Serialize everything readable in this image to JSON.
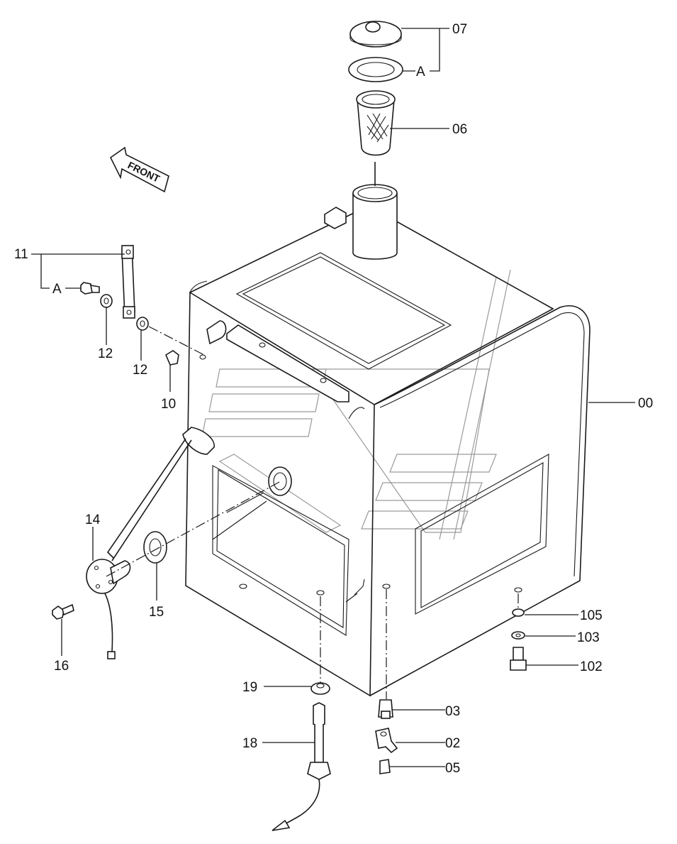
{
  "front_arrow_text": "FRONT",
  "callouts": [
    {
      "id": "c07",
      "text": "07"
    },
    {
      "id": "cA1",
      "text": "A"
    },
    {
      "id": "c06",
      "text": "06"
    },
    {
      "id": "c11",
      "text": "11"
    },
    {
      "id": "cA2",
      "text": "A"
    },
    {
      "id": "c12a",
      "text": "12"
    },
    {
      "id": "c12b",
      "text": "12"
    },
    {
      "id": "c10",
      "text": "10"
    },
    {
      "id": "c00",
      "text": "00"
    },
    {
      "id": "c14",
      "text": "14"
    },
    {
      "id": "c15",
      "text": "15"
    },
    {
      "id": "c16",
      "text": "16"
    },
    {
      "id": "c105",
      "text": "105"
    },
    {
      "id": "c103",
      "text": "103"
    },
    {
      "id": "c102",
      "text": "102"
    },
    {
      "id": "c19",
      "text": "19"
    },
    {
      "id": "c03",
      "text": "03"
    },
    {
      "id": "c18",
      "text": "18"
    },
    {
      "id": "c02",
      "text": "02"
    },
    {
      "id": "c05",
      "text": "05"
    }
  ]
}
